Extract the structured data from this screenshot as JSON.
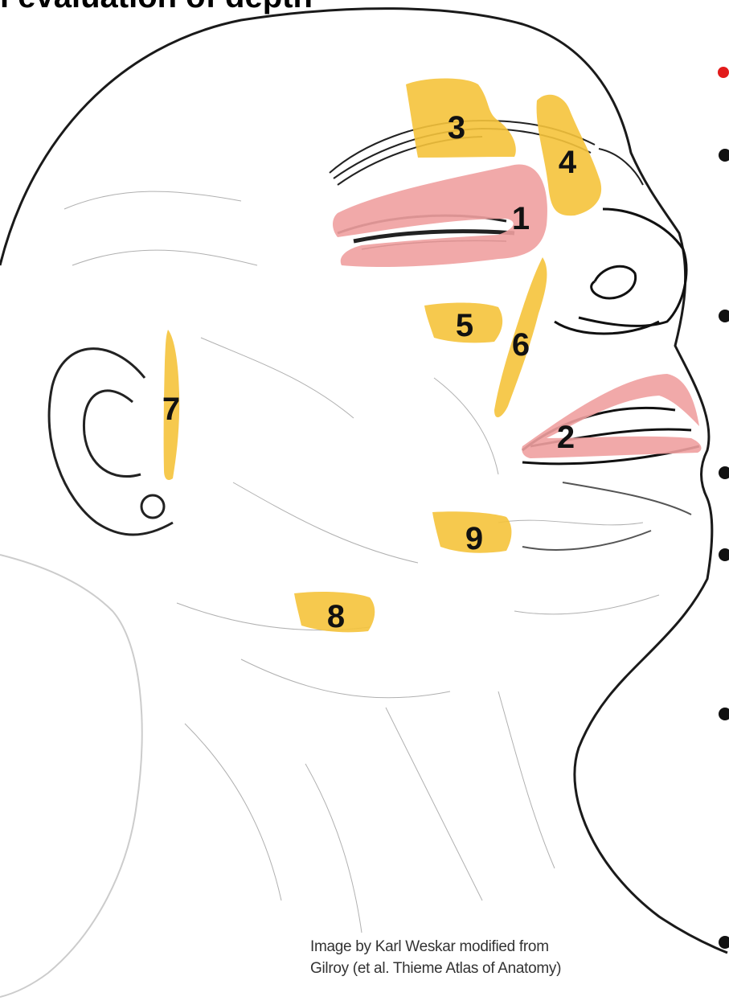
{
  "slide": {
    "title": "l evaluation of depth",
    "credit_line1": "Image by Karl Weskar modified from",
    "credit_line2": "Gilroy (et al. Thieme Atlas of Anatomy)"
  },
  "regions": [
    {
      "label": "1",
      "color": "#f0a0a0"
    },
    {
      "label": "2",
      "color": "#f0a0a0"
    },
    {
      "label": "3",
      "color": "#f5c33b"
    },
    {
      "label": "4",
      "color": "#f5c33b"
    },
    {
      "label": "5",
      "color": "#f5c33b"
    },
    {
      "label": "6",
      "color": "#f5c33b"
    },
    {
      "label": "7",
      "color": "#f5c33b"
    },
    {
      "label": "8",
      "color": "#f5c33b"
    },
    {
      "label": "9",
      "color": "#f5c33b"
    }
  ],
  "bullets": {
    "count": 7,
    "first_color": "#e21b1b",
    "color": "#111111"
  }
}
